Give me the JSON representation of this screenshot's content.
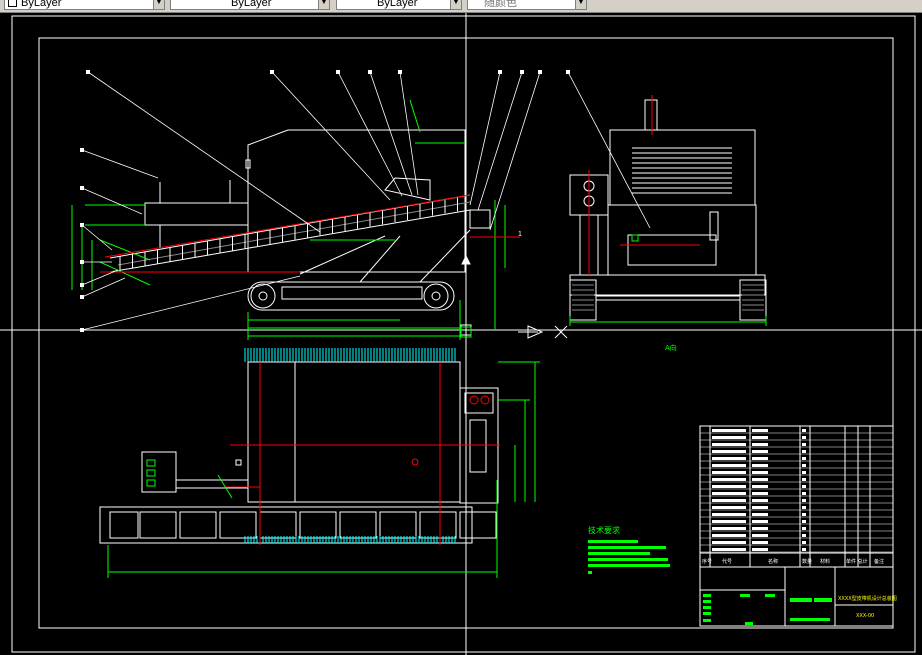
{
  "toolbar": {
    "linetype_value": "ByLayer",
    "lineweight_value": "ByLayer",
    "plotstyle_value": "ByLayer",
    "color_value": "随颜色"
  },
  "drawing": {
    "view_label": "A向",
    "axis_x": "X",
    "notes_title": "技术要求",
    "title_block": {
      "headers": [
        "序号",
        "代号",
        "名称",
        "数量",
        "材料",
        "单件 总计",
        "备注"
      ],
      "product_name": "XXXX型皮带机设计总装图",
      "drawing_no": "XXX-00"
    },
    "colors": {
      "outline": "#ffffff",
      "dimension": "#00ff00",
      "centerline": "#ff0000",
      "hidden": "#00ffff",
      "text": "#ffff00"
    }
  }
}
